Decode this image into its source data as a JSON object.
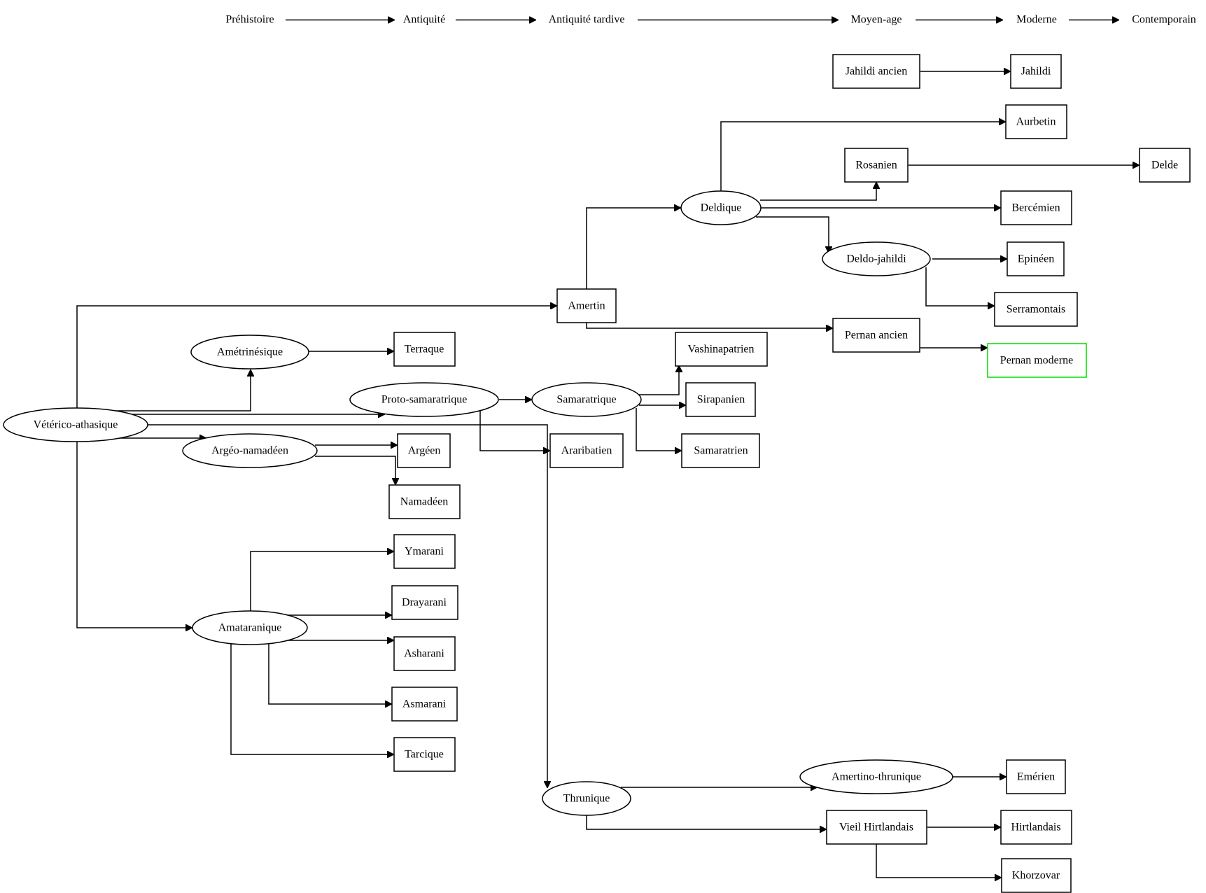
{
  "diagram": {
    "timeline": [
      "Préhistoire",
      "Antiquité",
      "Antiquité tardive",
      "Moyen-age",
      "Moderne",
      "Contemporain"
    ],
    "nodes": {
      "veterico": "Vétérico-athasique",
      "ametrinesique": "Amétrinésique",
      "terraque": "Terraque",
      "proto_samaratrique": "Proto-samaratrique",
      "samaratrique": "Samaratrique",
      "vashinapatrien": "Vashinapatrien",
      "sirapanien": "Sirapanien",
      "samaratrien": "Samaratrien",
      "araribatien": "Araribatien",
      "argeo_namadeen": "Argéo-namadéen",
      "argeen": "Argéen",
      "namadeen": "Namadéen",
      "amataranique": "Amataranique",
      "ymarani": "Ymarani",
      "drayarani": "Drayarani",
      "asharani": "Asharani",
      "asmarani": "Asmarani",
      "tarcique": "Tarcique",
      "amertin": "Amertin",
      "deldique": "Deldique",
      "jahildi_ancien": "Jahildi ancien",
      "jahildi": "Jahildi",
      "aurbetin": "Aurbetin",
      "rosanien": "Rosanien",
      "delde": "Delde",
      "bercemien": "Bercémien",
      "deldo_jahildi": "Deldo-jahildi",
      "epineen": "Epinéen",
      "serramontais": "Serramontais",
      "pernan_ancien": "Pernan ancien",
      "pernan_moderne": "Pernan moderne",
      "thrunique": "Thrunique",
      "amertino_thrunique": "Amertino-thrunique",
      "emerien": "Emérien",
      "vieil_hirtlandais": "Vieil Hirtlandais",
      "hirtlandais": "Hirtlandais",
      "khorzovar": "Khorzovar"
    },
    "colors": {
      "stroke": "#000000",
      "highlight": "#00dd00",
      "background": "#ffffff"
    }
  }
}
